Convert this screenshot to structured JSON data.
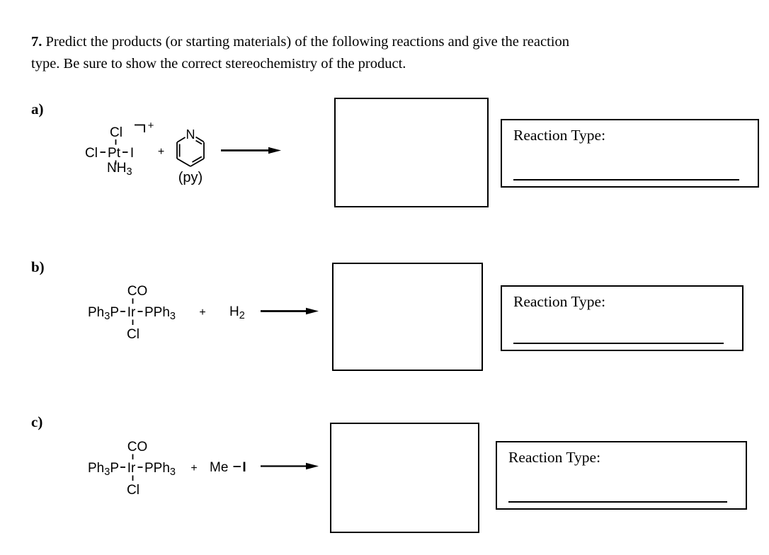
{
  "colors": {
    "ink": "#000000",
    "paper": "#ffffff"
  },
  "header": {
    "number": "7.",
    "line1": " Predict the products (or starting materials) of the following reactions and give the reaction",
    "line2": "type. Be sure to show the correct stereochemistry of the product."
  },
  "sections": {
    "a": {
      "label": "a)",
      "reaction_type_label": "Reaction Type:",
      "plus": "+",
      "pt_complex": {
        "ligand_top": "Cl",
        "charge": "+",
        "ligand_left": "Cl",
        "metal": "Pt",
        "ligand_right": "I",
        "amine_main": "NH",
        "amine_sub": "3"
      },
      "pyridine": {
        "nitrogen": "N",
        "caption": "(py)"
      }
    },
    "b": {
      "label": "b)",
      "reaction_type_label": "Reaction Type:",
      "plus": "+",
      "complex": {
        "ligand_top": "CO",
        "phosphine_left_main": "Ph",
        "phosphine_left_sub": "3",
        "phosphine_left_tail": "P",
        "metal": "Ir",
        "phosphine_right_main": "PPh",
        "phosphine_right_sub": "3",
        "ligand_bottom": "Cl"
      },
      "reagent": {
        "main": "H",
        "sub": "2"
      }
    },
    "c": {
      "label": "c)",
      "reaction_type_label": "Reaction Type:",
      "plus": "+",
      "complex": {
        "ligand_top": "CO",
        "phosphine_left_main": "Ph",
        "phosphine_left_sub": "3",
        "phosphine_left_tail": "P",
        "metal": "Ir",
        "phosphine_right_main": "PPh",
        "phosphine_right_sub": "3",
        "ligand_bottom": "Cl"
      },
      "reagent": {
        "part1": "Me",
        "part2": "I"
      }
    }
  }
}
